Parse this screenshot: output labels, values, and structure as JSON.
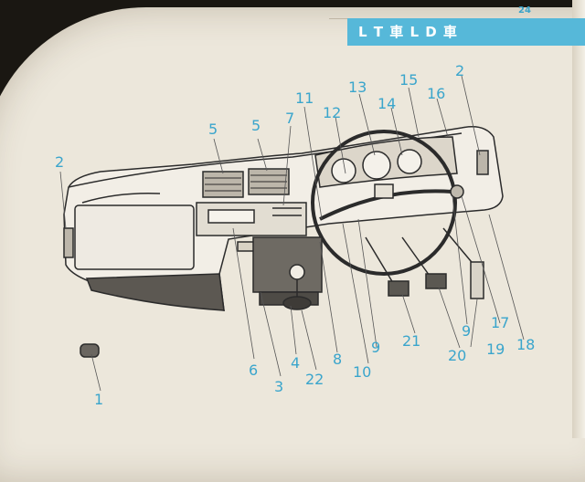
{
  "page": {
    "number": "24",
    "header": "L T 車 L D 車"
  },
  "callouts": {
    "c1": "1",
    "c2a": "2",
    "c2b": "2",
    "c3": "3",
    "c4": "4",
    "c5a": "5",
    "c5b": "5",
    "c6": "6",
    "c7": "7",
    "c8": "8",
    "c9a": "9",
    "c9b": "9",
    "c10": "10",
    "c11": "11",
    "c12": "12",
    "c13": "13",
    "c14": "14",
    "c15": "15",
    "c16": "16",
    "c17": "17",
    "c18": "18",
    "c19": "19",
    "c20": "20",
    "c21": "21",
    "c22": "22"
  },
  "colors": {
    "accent": "#56b8d9",
    "callout": "#3aa5cc",
    "paper": "#ece7db",
    "ink": "#2b2b2b"
  }
}
